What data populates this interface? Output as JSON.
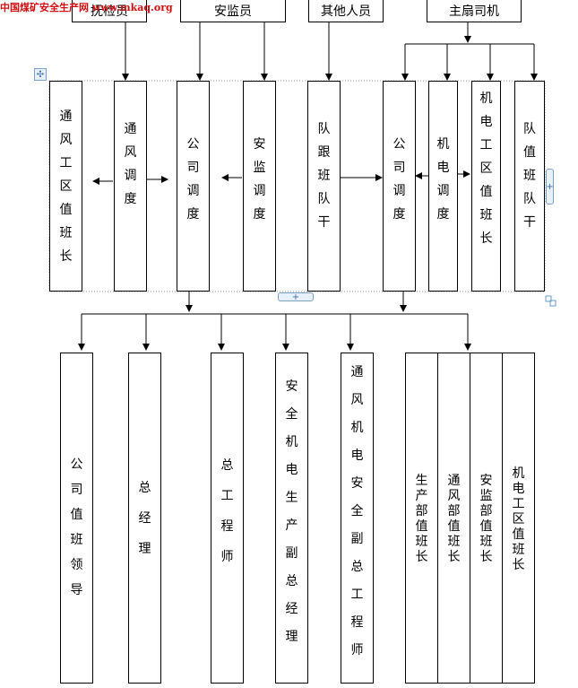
{
  "watermark": "中国煤矿安全生产网 www.mkaq.org",
  "top_row": [
    {
      "id": "t1",
      "label": "抚检员"
    },
    {
      "id": "t2",
      "label": "安监员"
    },
    {
      "id": "t3",
      "label": "其他人员"
    },
    {
      "id": "t4",
      "label": "主扇司机"
    }
  ],
  "middle_row": [
    {
      "id": "m1",
      "label": "通\n风\n工\n区\n值\n班\n长"
    },
    {
      "id": "m2",
      "label": "通\n风\n调\n度"
    },
    {
      "id": "m3",
      "label": "公\n司\n调\n度"
    },
    {
      "id": "m4",
      "label": "安\n监\n调\n度"
    },
    {
      "id": "m5",
      "label": "队\n跟\n班\n队\n干"
    },
    {
      "id": "m6",
      "label": "公\n司\n调\n度"
    },
    {
      "id": "m7",
      "label": "机\n电\n调\n度"
    },
    {
      "id": "m8",
      "label": "机\n电\n工\n区\n值\n班\n长"
    },
    {
      "id": "m9",
      "label": "队\n值\n班\n队\n干"
    }
  ],
  "bottom_row": [
    {
      "id": "b1",
      "label": "公\n司\n值\n班\n领\n导"
    },
    {
      "id": "b2",
      "label": "总\n经\n理"
    },
    {
      "id": "b3",
      "label": "总\n工\n程\n师"
    },
    {
      "id": "b4",
      "label": "安\n全\n机\n电\n生\n产\n副\n总\n经\n理"
    },
    {
      "id": "b5",
      "label": "通\n风\n机\n电\n安\n全\n副\n总\n工\n程\n师"
    },
    {
      "id": "b6",
      "label": "生\n产\n部\n值\n班\n长"
    },
    {
      "id": "b7",
      "label": "通\n风\n部\n值\n班\n长"
    },
    {
      "id": "b8",
      "label": "安\n监\n部\n值\n班\n长"
    },
    {
      "id": "b9",
      "label": "机\n电\n工\n区\n值\n班\n长"
    }
  ],
  "handles": {
    "move": "✣",
    "plus": "+"
  }
}
